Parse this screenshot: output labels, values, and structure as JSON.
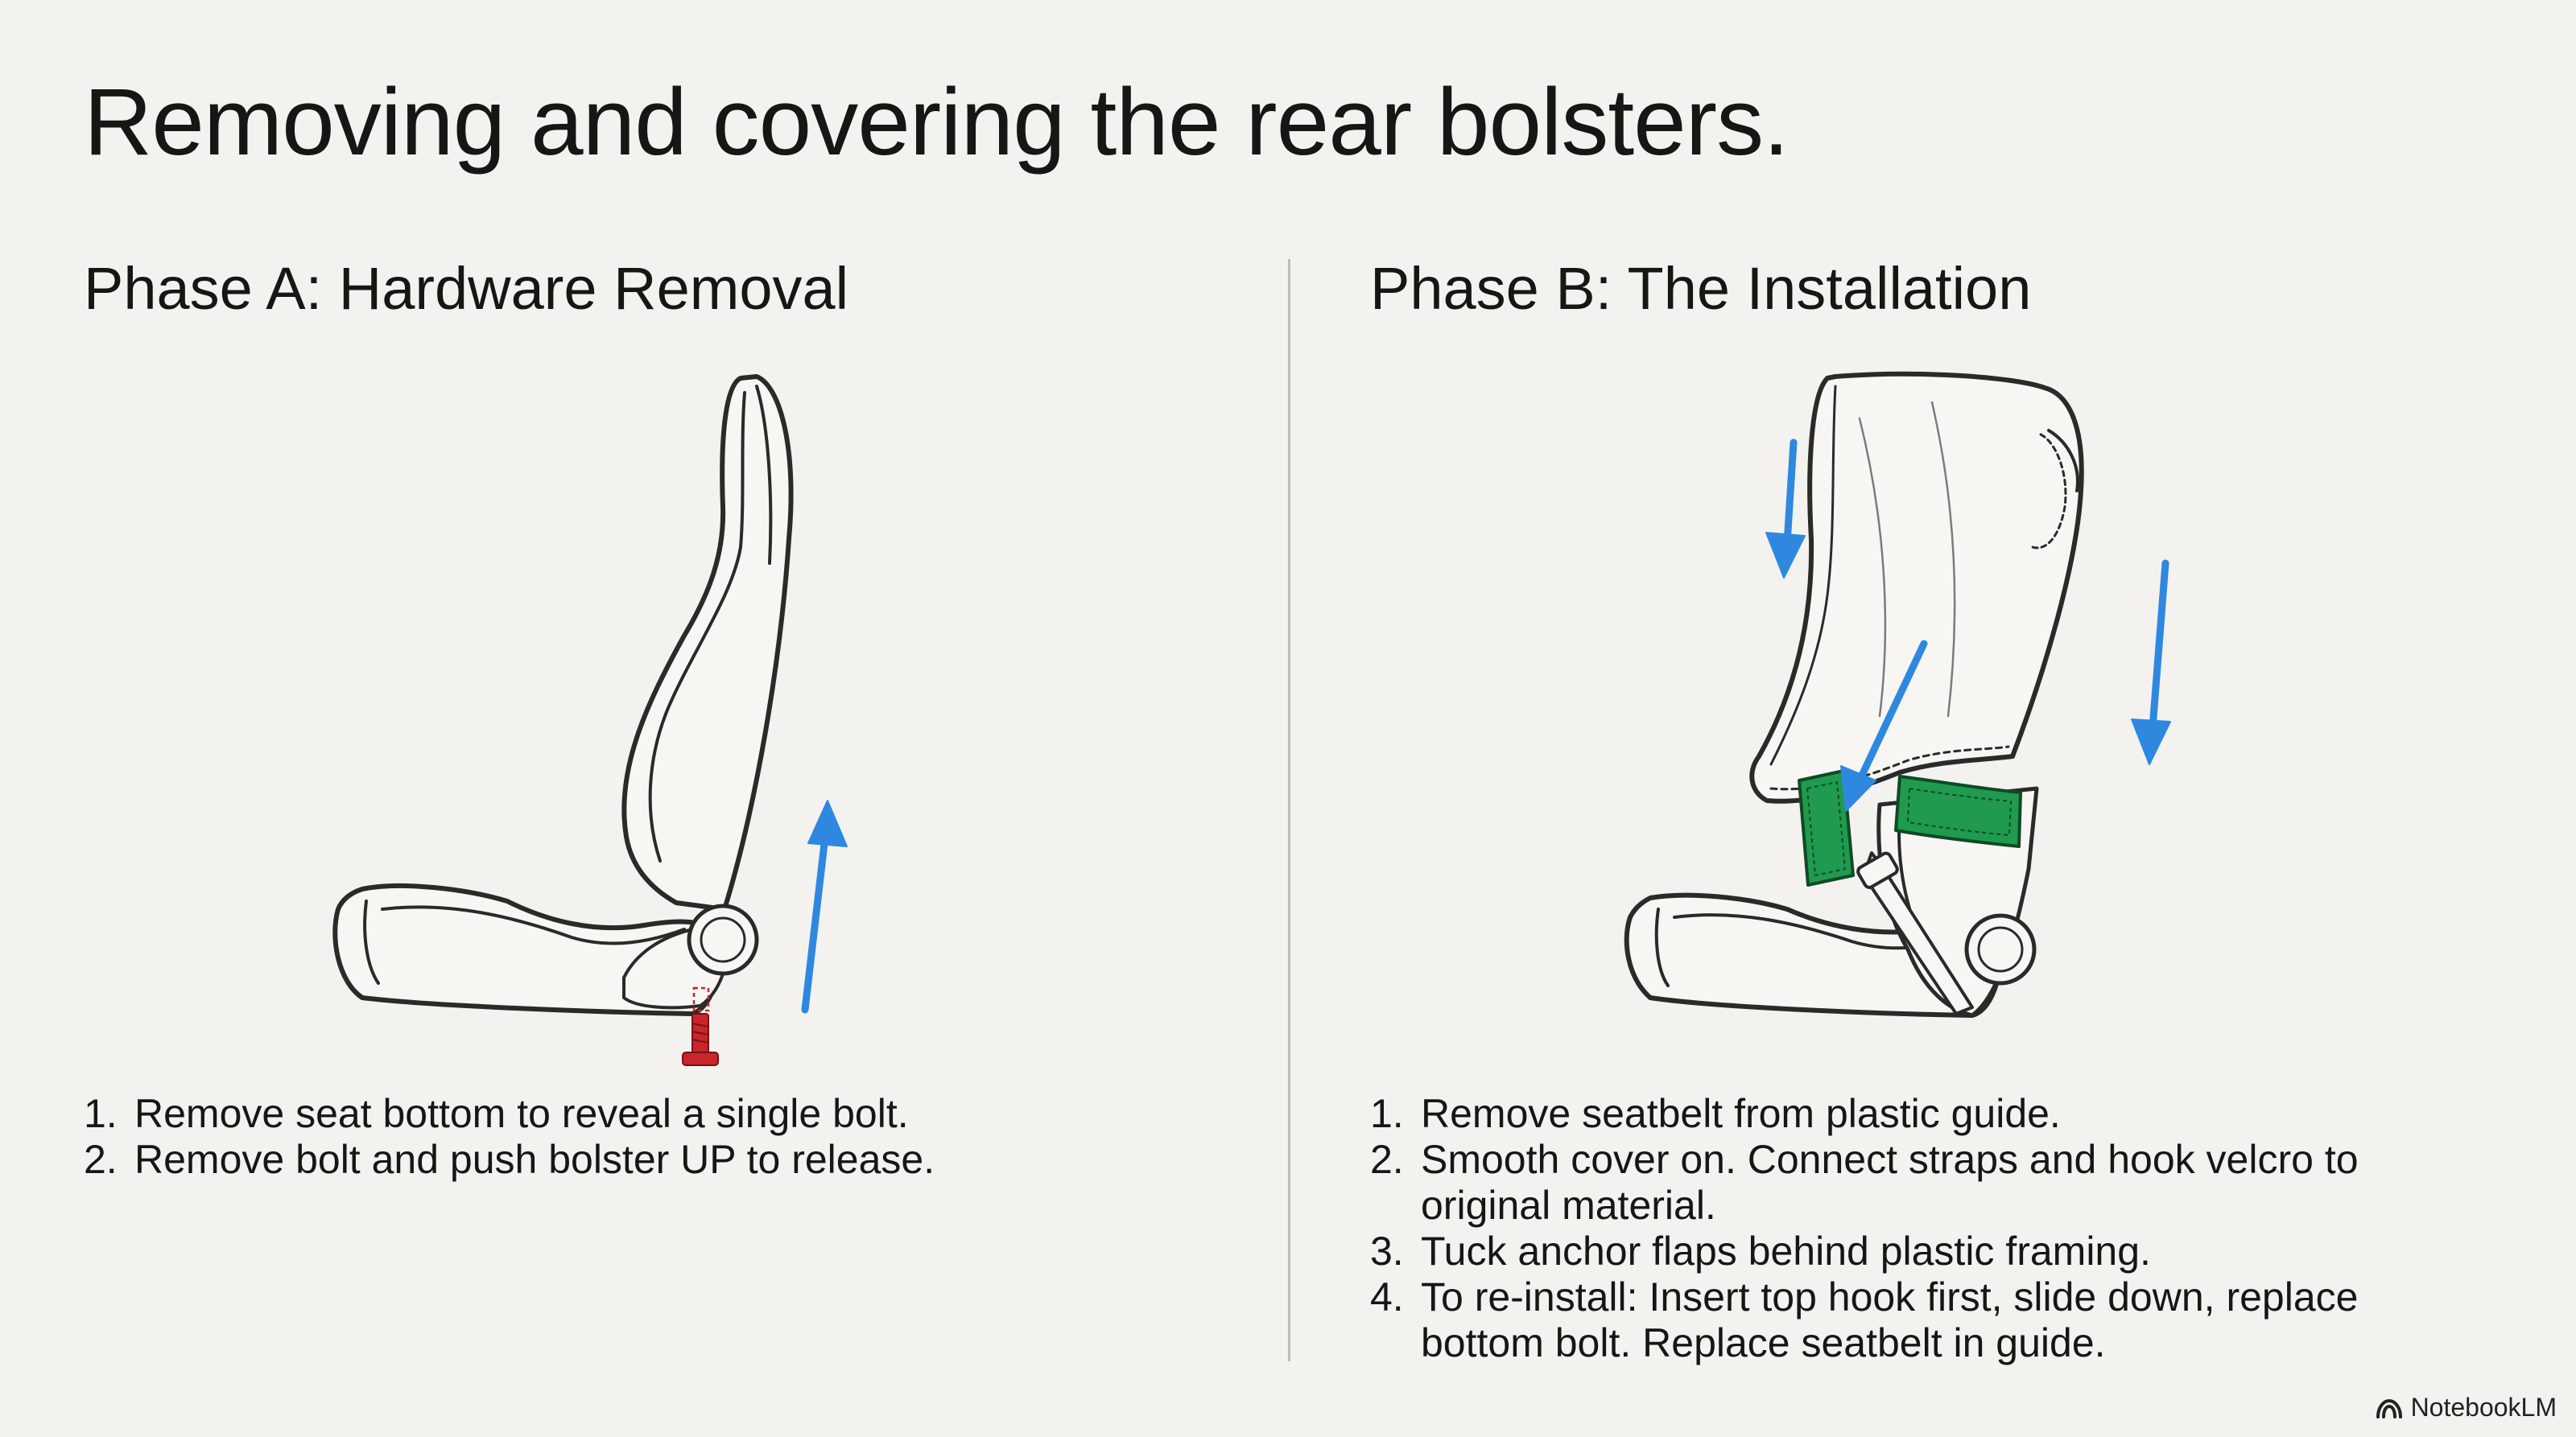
{
  "slide": {
    "title": "Removing and covering the rear bolsters."
  },
  "phase_a": {
    "heading": "Phase A: Hardware Removal",
    "steps": [
      {
        "num": "1.",
        "text": "Remove seat bottom to reveal a single bolt."
      },
      {
        "num": "2.",
        "text": "Remove bolt and push bolster UP to release."
      }
    ]
  },
  "phase_b": {
    "heading": "Phase B: The Installation",
    "steps": [
      {
        "num": "1.",
        "text": "Remove seatbelt from plastic guide."
      },
      {
        "num": "2.",
        "text": "Smooth cover on. Connect straps and hook velcro to original material."
      },
      {
        "num": "3.",
        "text": "Tuck anchor flaps behind plastic framing."
      },
      {
        "num": "4.",
        "text": "To re-install: Insert top hook first, slide down, replace bottom bolt. Replace seatbelt in guide."
      }
    ]
  },
  "branding": {
    "label": "NotebookLM"
  },
  "colors": {
    "background": "#f3f2ee",
    "text": "#161616",
    "arrow": "#2f88e0",
    "bolt": "#c8262b",
    "velcro": "#1f9a4f",
    "outline": "#2a2a2a",
    "divider": "#bdbdbd"
  },
  "icons": {
    "bolt": "bolt-icon",
    "up_arrow": "up-arrow-icon",
    "down_arrow": "down-arrow-icon",
    "velcro_strap": "velcro-strap-icon",
    "brand_logo": "notebooklm-logo-icon"
  }
}
